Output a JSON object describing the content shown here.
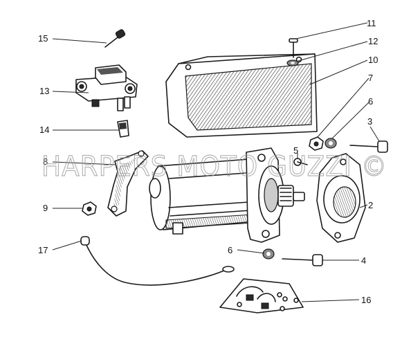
{
  "watermark": "HARPERS MOTO GUZZI ©",
  "callouts": {
    "c1": "11",
    "c2": "12",
    "c3": "10",
    "c4": "7",
    "c5": "6",
    "c6": "3",
    "c7": "5",
    "c8": "2",
    "c9": "15",
    "c10": "13",
    "c11": "14",
    "c12": "8",
    "c13": "9",
    "c14": "17",
    "c15": "6",
    "c16": "4",
    "c17": "16"
  },
  "parts": [
    {
      "ref": "2",
      "icon": "end-cover-plate"
    },
    {
      "ref": "3",
      "icon": "bolt"
    },
    {
      "ref": "4",
      "icon": "bolt"
    },
    {
      "ref": "5",
      "icon": "screw"
    },
    {
      "ref": "6",
      "icon": "washer"
    },
    {
      "ref": "7",
      "icon": "nut"
    },
    {
      "ref": "8",
      "icon": "bracket"
    },
    {
      "ref": "9",
      "icon": "nut"
    },
    {
      "ref": "10",
      "icon": "cover"
    },
    {
      "ref": "11",
      "icon": "screw"
    },
    {
      "ref": "12",
      "icon": "washer"
    },
    {
      "ref": "13",
      "icon": "solenoid-relay"
    },
    {
      "ref": "14",
      "icon": "clip"
    },
    {
      "ref": "15",
      "icon": "screw"
    },
    {
      "ref": "16",
      "icon": "brush-kit"
    },
    {
      "ref": "17",
      "icon": "cable"
    }
  ]
}
